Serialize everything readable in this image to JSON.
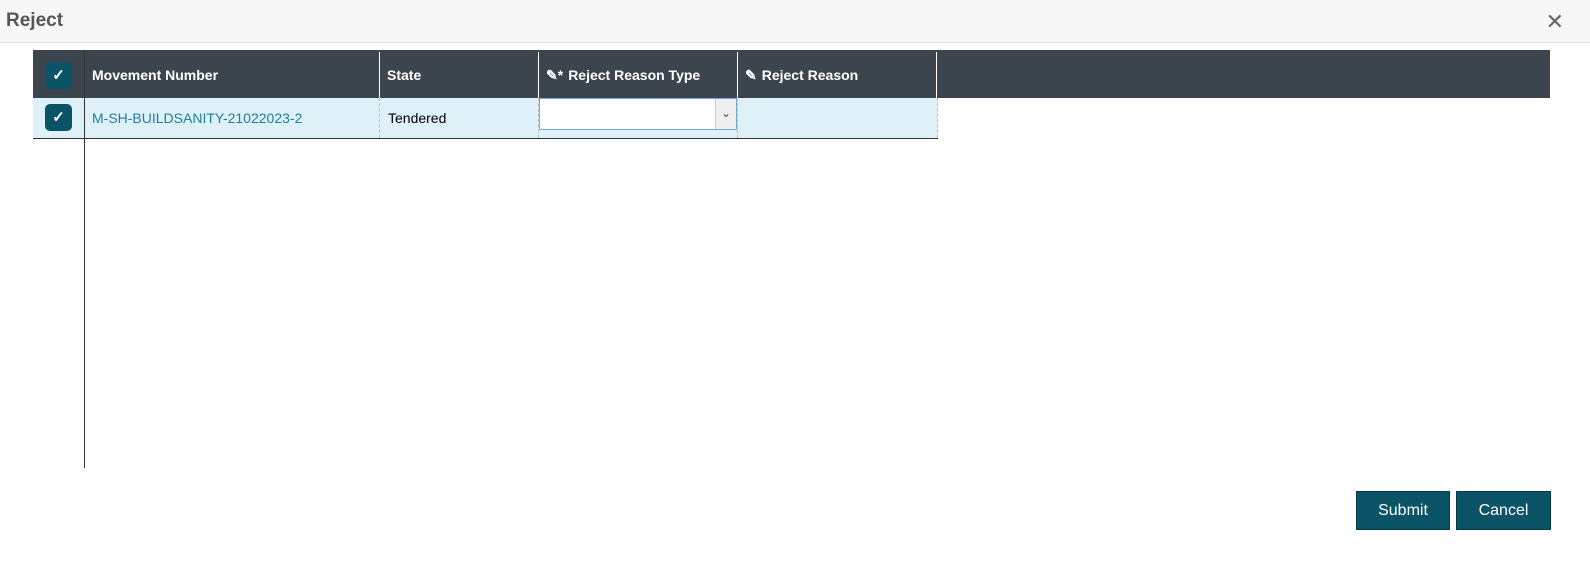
{
  "dialog": {
    "title": "Reject",
    "close_icon": "close-icon"
  },
  "table": {
    "columns": [
      "Movement Number",
      "State",
      "Reject Reason Type",
      "Reject Reason"
    ],
    "rows": [
      {
        "selected": true,
        "movement_number": "M-SH-BUILDSANITY-21022023-2",
        "state": "Tendered",
        "reject_reason_type": "",
        "reject_reason": ""
      }
    ]
  },
  "buttons": {
    "submit": "Submit",
    "cancel": "Cancel"
  }
}
